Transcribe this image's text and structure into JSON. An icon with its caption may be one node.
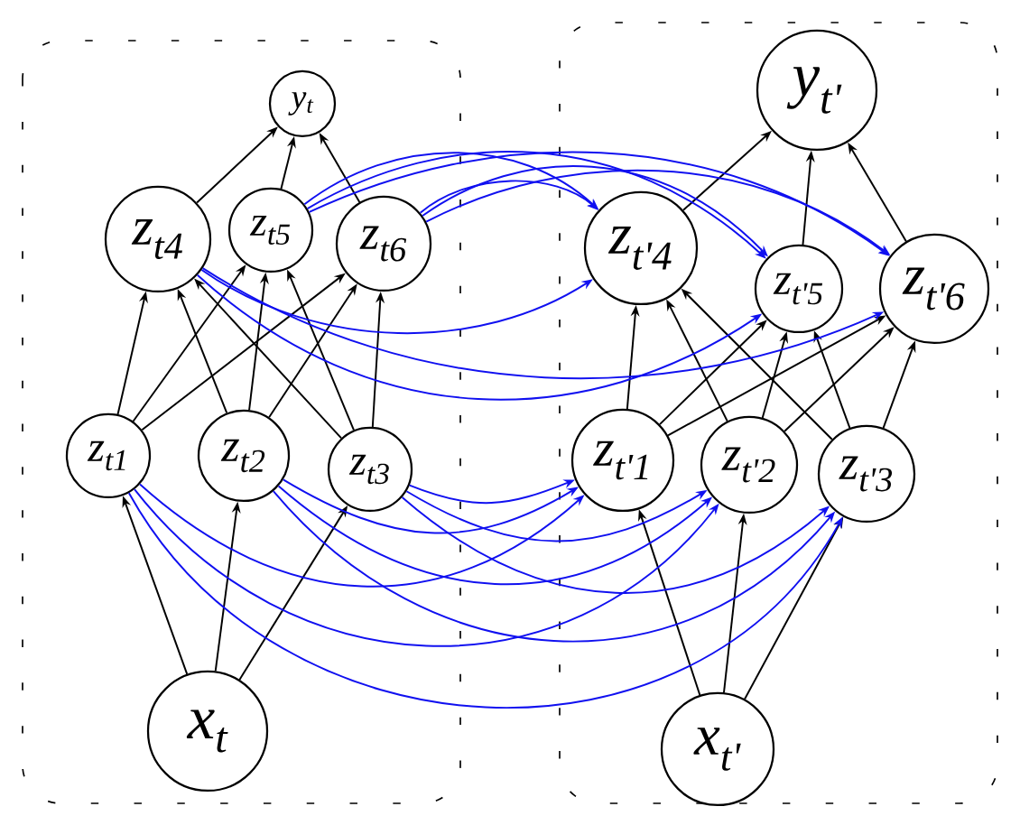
{
  "diagram": {
    "nodes": [
      {
        "text": [
          "y$_{t}$"
        ]
      },
      {
        "text": [
          "z$_{t4}$"
        ]
      },
      {
        "text": [
          "z$_{t5}$"
        ]
      },
      {
        "text": [
          "z$_{t6}$"
        ]
      },
      {
        "text": [
          "z$_{t1}$"
        ]
      },
      {
        "text": [
          "z$_{t2}$"
        ]
      },
      {
        "text": [
          "z$_{t3}$"
        ]
      },
      {
        "text": [
          "x$_{t}$"
        ]
      },
      {
        "text": [
          "y$_{t'}$"
        ]
      },
      {
        "text": [
          "z$_{t'4}$"
        ]
      },
      {
        "text": [
          "z$_{t'5}$"
        ]
      },
      {
        "text": [
          "z$_{t'6}$"
        ]
      },
      {
        "text": [
          "z$_{t'1}$"
        ]
      },
      {
        "text": [
          "z$_{t'2}$"
        ]
      },
      {
        "text": [
          "z$_{t'3}$"
        ]
      },
      {
        "text": [
          "x$_{t'}$"
        ]
      }
    ],
    "edges": [
      {
        "from": 7,
        "to": 4,
        "arrow": "to"
      },
      {
        "from": 7,
        "to": 5,
        "arrow": "to"
      },
      {
        "from": 7,
        "to": 6,
        "arrow": "to"
      },
      {
        "from": 4,
        "to": 1,
        "arrow": "to"
      },
      {
        "from": 4,
        "to": 2,
        "arrow": "to"
      },
      {
        "from": 4,
        "to": 3,
        "arrow": "to"
      },
      {
        "from": 5,
        "to": 1,
        "arrow": "to"
      },
      {
        "from": 5,
        "to": 2,
        "arrow": "to"
      },
      {
        "from": 5,
        "to": 3,
        "arrow": "to"
      },
      {
        "from": 6,
        "to": 1,
        "arrow": "to"
      },
      {
        "from": 6,
        "to": 2,
        "arrow": "to"
      },
      {
        "from": 6,
        "to": 3,
        "arrow": "to"
      },
      {
        "from": 1,
        "to": 0,
        "arrow": "to"
      },
      {
        "from": 2,
        "to": 0,
        "arrow": "to"
      },
      {
        "from": 3,
        "to": 0,
        "arrow": "to"
      },
      {
        "from": 15,
        "to": 12,
        "arrow": "to"
      },
      {
        "from": 15,
        "to": 13,
        "arrow": "to"
      },
      {
        "from": 15,
        "to": 14,
        "arrow": "to"
      },
      {
        "from": 12,
        "to": 9,
        "arrow": "to"
      },
      {
        "from": 12,
        "to": 10,
        "arrow": "to"
      },
      {
        "from": 12,
        "to": 11,
        "arrow": "to"
      },
      {
        "from": 13,
        "to": 9,
        "arrow": "to"
      },
      {
        "from": 13,
        "to": 10,
        "arrow": "to"
      },
      {
        "from": 13,
        "to": 11,
        "arrow": "to"
      },
      {
        "from": 14,
        "to": 9,
        "arrow": "to"
      },
      {
        "from": 14,
        "to": 10,
        "arrow": "to"
      },
      {
        "from": 14,
        "to": 11,
        "arrow": "to"
      },
      {
        "from": 9,
        "to": 8,
        "arrow": "to"
      },
      {
        "from": 10,
        "to": 8,
        "arrow": "to"
      },
      {
        "from": 11,
        "to": 8,
        "arrow": "to"
      },
      {
        "from": 4,
        "to": 12,
        "arrow": "to",
        "color": "#1010f0"
      },
      {
        "from": 4,
        "to": 13,
        "arrow": "to",
        "color": "#1010f0"
      },
      {
        "from": 4,
        "to": 14,
        "arrow": "to",
        "color": "#1010f0"
      },
      {
        "from": 5,
        "to": 12,
        "arrow": "to",
        "color": "#1010f0"
      },
      {
        "from": 5,
        "to": 13,
        "arrow": "to",
        "color": "#1010f0"
      },
      {
        "from": 5,
        "to": 14,
        "arrow": "to",
        "color": "#1010f0"
      },
      {
        "from": 6,
        "to": 12,
        "arrow": "to",
        "color": "#1010f0"
      },
      {
        "from": 6,
        "to": 13,
        "arrow": "to",
        "color": "#1010f0"
      },
      {
        "from": 6,
        "to": 14,
        "arrow": "to",
        "color": "#1010f0"
      },
      {
        "from": 1,
        "to": 9,
        "arrow": "to",
        "color": "#1010f0"
      },
      {
        "from": 1,
        "to": 10,
        "arrow": "to",
        "color": "#1010f0"
      },
      {
        "from": 1,
        "to": 11,
        "arrow": "to",
        "color": "#1010f0"
      },
      {
        "from": 2,
        "to": 9,
        "arrow": "to",
        "color": "#1010f0"
      },
      {
        "from": 2,
        "to": 10,
        "arrow": "to",
        "color": "#1010f0"
      },
      {
        "from": 2,
        "to": 11,
        "arrow": "to",
        "color": "#1010f0"
      },
      {
        "from": 3,
        "to": 9,
        "arrow": "to",
        "color": "#1010f0"
      },
      {
        "from": 3,
        "to": 10,
        "arrow": "to",
        "color": "#1010f0"
      },
      {
        "from": 3,
        "to": 11,
        "arrow": "to",
        "color": "#1010f0"
      }
    ]
  }
}
